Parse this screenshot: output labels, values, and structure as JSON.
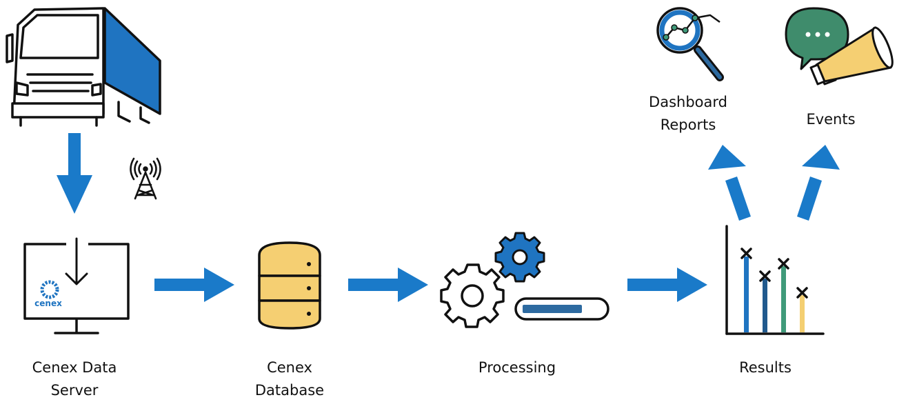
{
  "nodes": {
    "data_server": {
      "label_lines": [
        "Cenex Data",
        "Server"
      ],
      "logo_text": "cenex"
    },
    "database": {
      "label_lines": [
        "Cenex",
        "Database"
      ]
    },
    "processing": {
      "label_lines": [
        "Processing"
      ]
    },
    "results": {
      "label_lines": [
        "Results"
      ]
    },
    "dashboard_reports": {
      "label_lines": [
        "Dashboard",
        "Reports"
      ]
    },
    "events": {
      "label_lines": [
        "Events"
      ]
    }
  },
  "icons": {
    "truck": "truck-icon",
    "antenna": "antenna-tower-icon",
    "server": "monitor-download-icon",
    "database": "database-icon",
    "processing": "gears-progress-icon",
    "results": "bar-chart-icon",
    "dashboard": "magnifier-chart-icon",
    "events": "speech-megaphone-icon"
  },
  "colors": {
    "arrow_blue": "#1a7ac9",
    "truck_blue": "#1f74c1",
    "db_fill": "#f5cf72",
    "gear_blue": "#1f74c1",
    "progress_blue": "#2d6aa0",
    "bar_green": "#3f9a7a",
    "bar_yellow": "#f4cf72",
    "bar_navy": "#215a8e",
    "chat_green": "#3f8c6c",
    "megaphone_yellow": "#f5cf72",
    "outline": "#111111"
  }
}
